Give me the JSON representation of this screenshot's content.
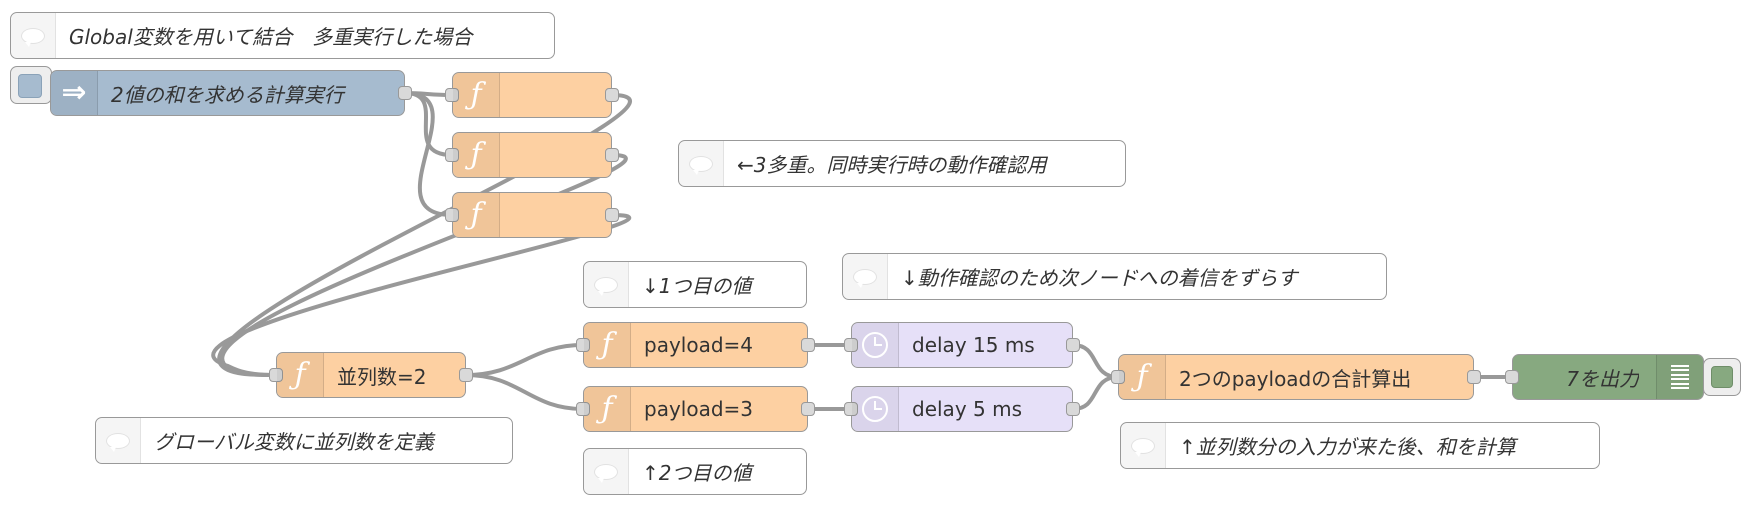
{
  "flow": {
    "comments": {
      "title": "Global変数を用いて結合　多重実行した場合",
      "triple": "←3多重。同時実行時の動作確認用",
      "first_value": "↓1つ目の値",
      "shift_note": "↓動作確認のため次ノードへの着信をずらす",
      "define_parallel": "グローバル変数に並列数を定義",
      "second_value": "↑2つ目の値",
      "sum_note": "↑並列数分の入力が来た後、和を計算"
    },
    "nodes": {
      "inject": {
        "label": "2値の和を求める計算実行",
        "icon": "arrow-right-icon"
      },
      "func_a": {
        "label": "",
        "icon": "function-icon"
      },
      "func_b": {
        "label": "",
        "icon": "function-icon"
      },
      "func_c": {
        "label": "",
        "icon": "function-icon"
      },
      "parallel": {
        "label": "並列数=2",
        "icon": "function-icon"
      },
      "payload4": {
        "label": "payload=4",
        "icon": "function-icon"
      },
      "payload3": {
        "label": "payload=3",
        "icon": "function-icon"
      },
      "delay15": {
        "label": "delay 15 ms",
        "icon": "clock-icon"
      },
      "delay5": {
        "label": "delay 5 ms",
        "icon": "clock-icon"
      },
      "sum": {
        "label": "2つのpayloadの合計算出",
        "icon": "function-icon"
      },
      "debug": {
        "label": "7を出力",
        "icon": "list-icon"
      }
    }
  },
  "colors": {
    "function": "#fdd0a2",
    "delay": "#e6e0f8",
    "inject": "#a6bbcf",
    "debug": "#87a980",
    "wire": "#999999",
    "comment": "#ffffff"
  }
}
